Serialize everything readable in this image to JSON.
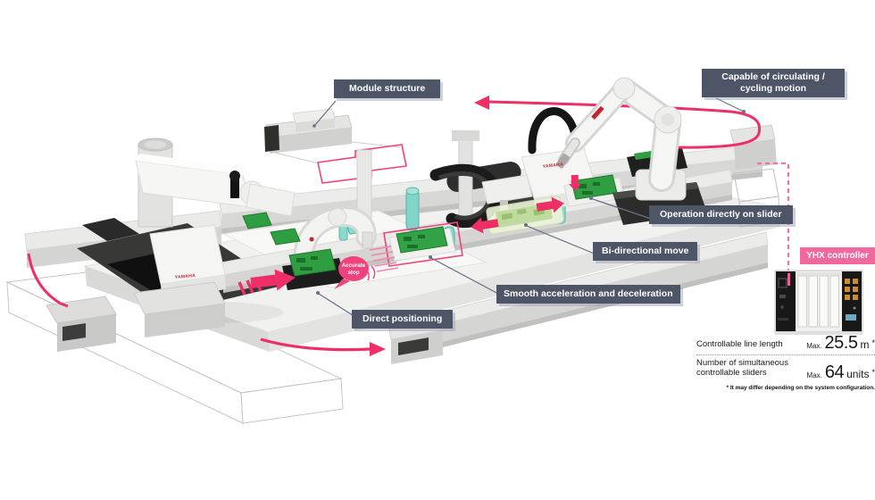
{
  "colors": {
    "accent_pink": "#ed2e67",
    "highlight_pink": "#f0437d",
    "dashed_pink": "#f272a8",
    "callout_bg": "#4d5566",
    "yhx_tag_bg": "#f0699e",
    "pcb_green": "#2f9e41",
    "teal_tool": "#7fd6c9"
  },
  "callouts": {
    "module_structure": "Module structure",
    "circulating_line1": "Capable of circulating /",
    "circulating_line2": "cycling motion",
    "operation_on_slider": "Operation directly on slider",
    "bidirectional_move": "Bi-directional move",
    "smooth_accel": "Smooth acceleration and deceleration",
    "direct_positioning": "Direct positioning"
  },
  "bubble": {
    "line1": "Accurate",
    "line2": "stop"
  },
  "controller": {
    "label": "YHX controller"
  },
  "brand": {
    "logo": "YAMAHA"
  },
  "specs": {
    "rows": [
      {
        "label": "Controllable line length",
        "label2": "",
        "prefix": "Max.",
        "value": "25.5",
        "unit": "m",
        "note": "*"
      },
      {
        "label": "Number of simultaneous",
        "label2": "controllable sliders",
        "prefix": "Max.",
        "value": "64",
        "unit": "units",
        "note": "*"
      }
    ],
    "footnote": "* It may differ depending on the system configuration."
  }
}
